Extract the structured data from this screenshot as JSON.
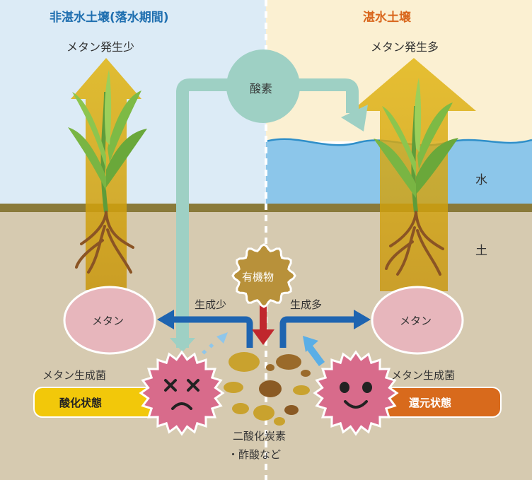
{
  "headings": {
    "left": "非湛水土壌(落水期間)",
    "right": "湛水土壌"
  },
  "methane_emission": {
    "left": "メタン発生少",
    "right": "メタン発生多"
  },
  "oxygen": "酸素",
  "layers": {
    "water": "水",
    "soil": "土"
  },
  "organic_matter": "有機物",
  "production": {
    "left": "生成少",
    "right": "生成多"
  },
  "methane": {
    "left": "メタン",
    "right": "メタン"
  },
  "methanogen": {
    "left": "メタン生成菌",
    "right": "メタン生成菌"
  },
  "state": {
    "left": "酸化状態",
    "right": "還元状態"
  },
  "byproduct": {
    "line1": "二酸化炭素",
    "line2": "・酢酸など"
  },
  "colors": {
    "left_sky": "#dcebf6",
    "right_sky": "#fbf0d2",
    "water": "#8cc6ea",
    "soil": "#d6cab0",
    "ground_line": "#8a7a3a",
    "oxygen_pipe": "#9ed0c4",
    "methane_arrow": "#d6a80e",
    "methane_ellipse": "#e7b6bc",
    "bacteria": "#d86b8b",
    "oxidized_pill": "#f2c80a",
    "reduced_pill": "#d86a1c",
    "blue_arrow": "#1e64b0",
    "red_arrow": "#c0272d",
    "heading_left": "#1f6fb0",
    "heading_right": "#d9661c"
  }
}
